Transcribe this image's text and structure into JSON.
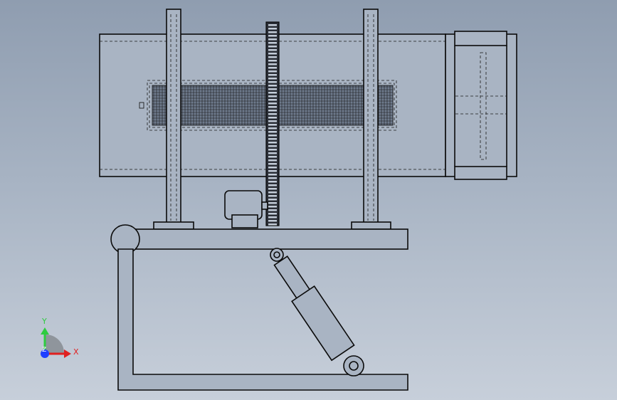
{
  "triad": {
    "y_label": "Y",
    "x_label": "X",
    "z_label": "Z",
    "y_color": "#2ecc40",
    "x_color": "#e02020",
    "z_color": "#1f3fff"
  },
  "colors": {
    "background_top": "#8f9db0",
    "background_bottom": "#c7cfda",
    "line": "#0a0a0a"
  }
}
